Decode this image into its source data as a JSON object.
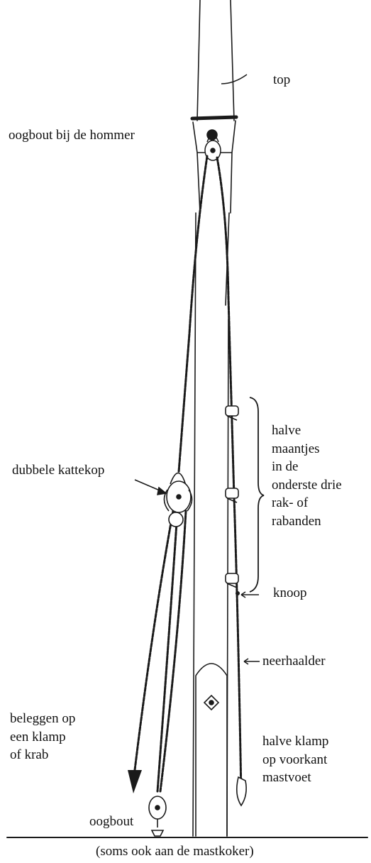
{
  "labels": {
    "top": "top",
    "oogbout_hommer": "oogbout bij de hommer",
    "dubbele_kattekop": "dubbele kattekop",
    "halve_maantjes": [
      "halve",
      "maantjes",
      "in de",
      "onderste drie",
      "rak- of",
      "rabanden"
    ],
    "knoop": "knoop",
    "neerhaalder": "neerhaalder",
    "beleggen": [
      "beleggen op",
      "een klamp",
      "of krab"
    ],
    "halve_klamp": [
      "halve klamp",
      "op voorkant",
      "mastvoet"
    ],
    "oogbout": "oogbout"
  },
  "caption": "(soms ook aan de mastkoker)",
  "colors": {
    "ink": "#111111",
    "background": "#ffffff"
  }
}
